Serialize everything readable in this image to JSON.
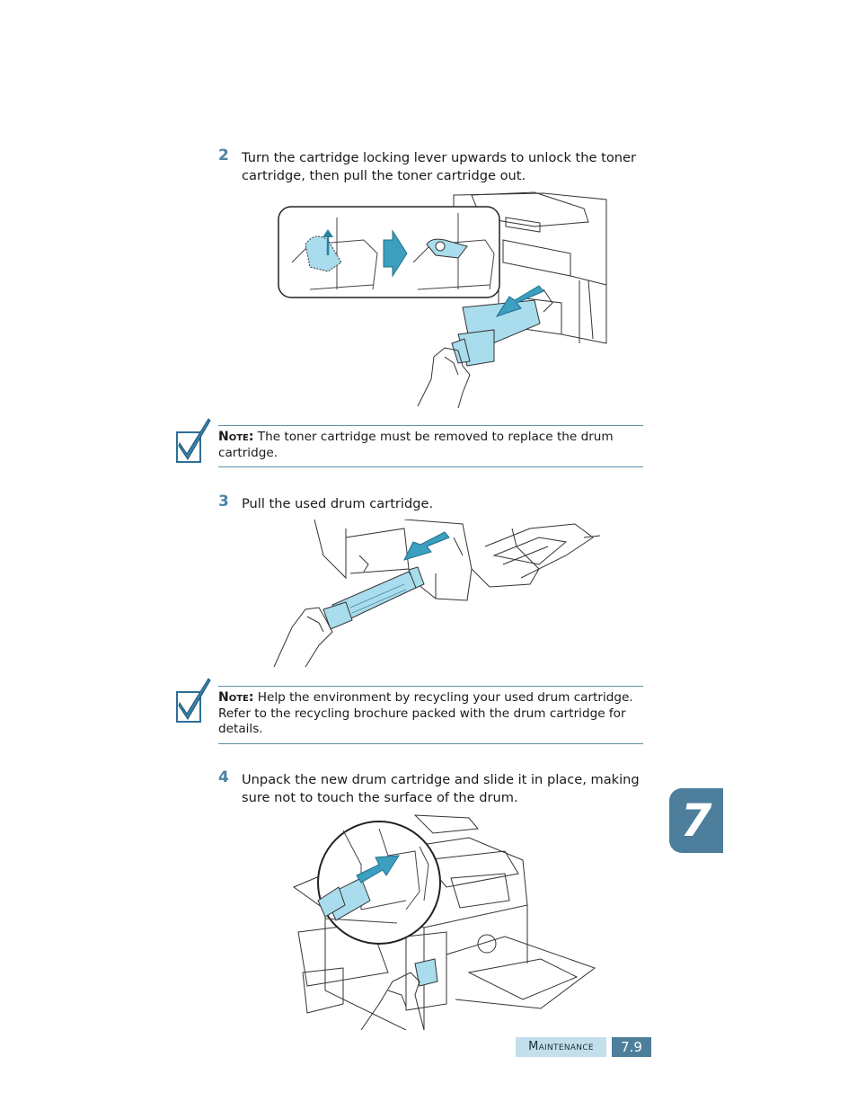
{
  "steps": [
    {
      "num": "2",
      "text": "Turn the cartridge locking lever upwards to unlock the toner cartridge, then pull the toner cartridge out."
    },
    {
      "num": "3",
      "text": "Pull the used drum cartridge."
    },
    {
      "num": "4",
      "text": "Unpack the new drum cartridge and slide it in place, making sure not to touch the surface of the drum."
    }
  ],
  "notes": [
    {
      "label": "Note:",
      "text": "The toner cartridge must be removed to replace the drum cartridge."
    },
    {
      "label": "Note:",
      "text": "Help the environment by recycling your used drum cartridge. Refer to the recycling brochure packed with the drum cartridge for details."
    }
  ],
  "chapter": "7",
  "footer": {
    "section": "Maintenance",
    "page": "7.9"
  },
  "colors": {
    "accent": "#4d7e9c",
    "light_accent": "#c3dfec",
    "cartridge": "#a9dcec"
  }
}
